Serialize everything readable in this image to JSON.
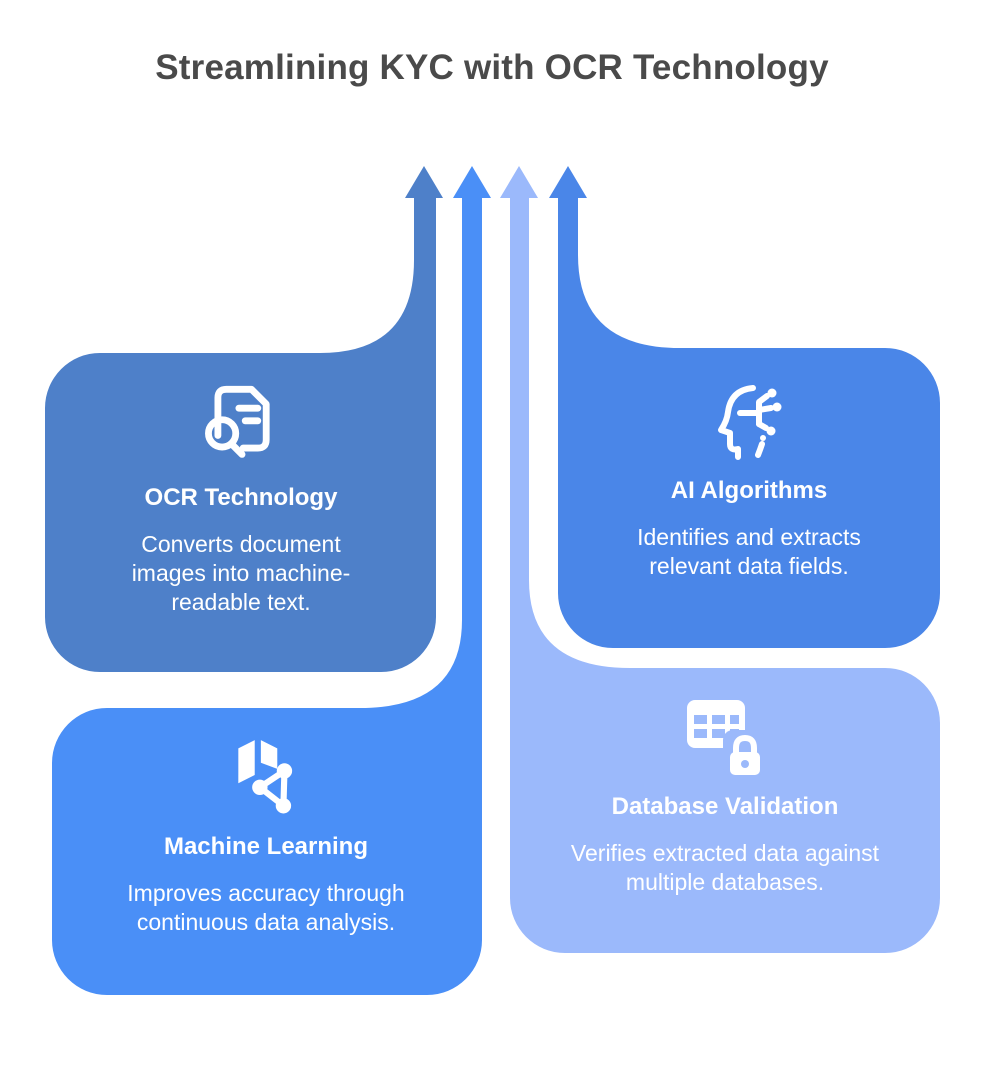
{
  "title": "Streamlining KYC with OCR Technology",
  "colors": {
    "background": "#ffffff",
    "title_text": "#4a4a4a",
    "card_text": "#ffffff",
    "ocr_blue": "#4e80c9",
    "ai_blue": "#4a86e8",
    "ml_blue": "#4a8ff7",
    "db_blue": "#9bb9fb"
  },
  "cards": [
    {
      "id": "ocr-technology",
      "title": "OCR Technology",
      "description": "Converts document images into machine-readable text.",
      "icon": "document-search-icon"
    },
    {
      "id": "ai-algorithms",
      "title": "AI Algorithms",
      "description": "Identifies and extracts relevant data fields.",
      "icon": "head-circuit-icon"
    },
    {
      "id": "machine-learning",
      "title": "Machine Learning",
      "description": "Improves accuracy through continuous data analysis.",
      "icon": "book-network-icon"
    },
    {
      "id": "database-validation",
      "title": "Database Validation",
      "description": "Verifies extracted data against multiple databases.",
      "icon": "table-lock-icon"
    }
  ]
}
